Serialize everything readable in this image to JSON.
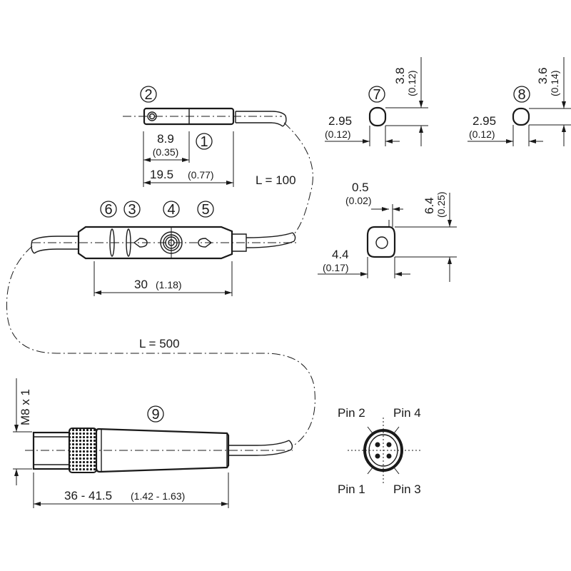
{
  "callouts": {
    "c1": "1",
    "c2": "2",
    "c3": "3",
    "c4": "4",
    "c5": "5",
    "c6": "6",
    "c7": "7",
    "c8": "8",
    "c9": "9"
  },
  "dimensions": {
    "d_8_9": "8.9",
    "d_8_9_in": "(0.35)",
    "d_19_5": "19.5",
    "d_19_5_in": "(0.77)",
    "cable_l100": "L = 100",
    "d_30": "30",
    "d_30_in": "(1.18)",
    "cable_l500": "L = 500",
    "thread": "M8 x 1",
    "d_36_41_5": "36 - 41.5",
    "d_36_41_5_in": "(1.42 - 1.63)",
    "p7_w": "2.95",
    "p7_w_in": "(0.12)",
    "p7_h": "3.8",
    "p7_h_in": "(0.12)",
    "p8_w": "2.95",
    "p8_w_in": "(0.12)",
    "p8_h": "3.6",
    "p8_h_in": "(0.14)",
    "slot_0_5": "0.5",
    "slot_0_5_in": "(0.02)",
    "slot_6_4": "6.4",
    "slot_6_4_in": "(0.25)",
    "slot_4_4": "4.4",
    "slot_4_4_in": "(0.17)"
  },
  "pins": {
    "pin1": "Pin 1",
    "pin2": "Pin 2",
    "pin3": "Pin 3",
    "pin4": "Pin 4"
  }
}
